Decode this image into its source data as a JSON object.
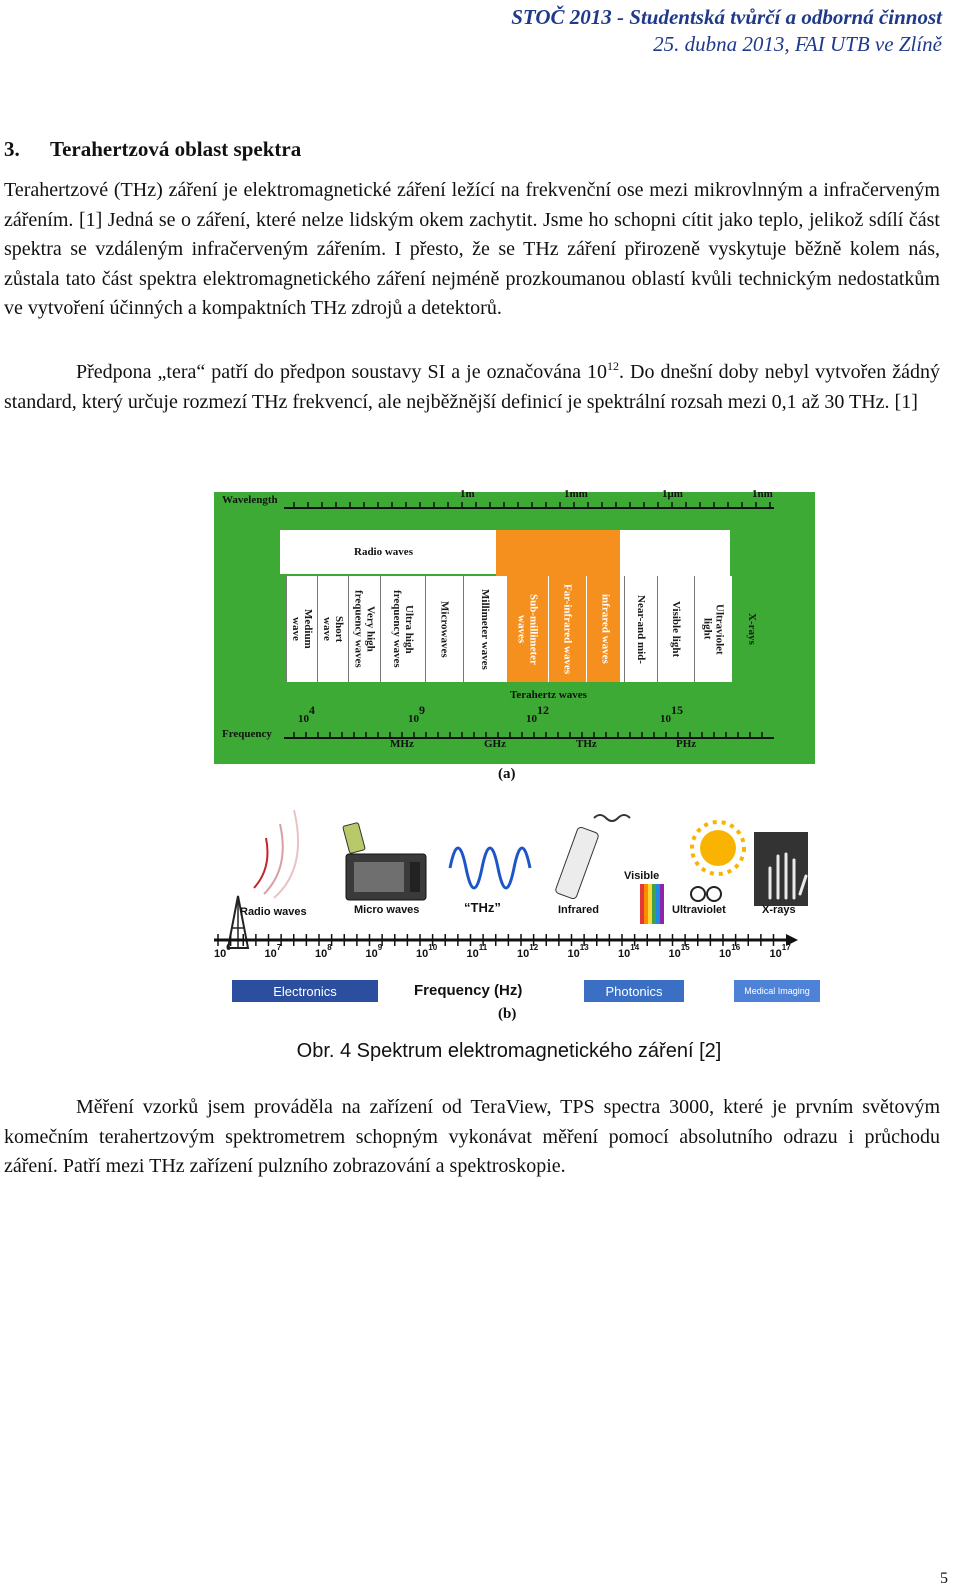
{
  "header": {
    "line1": "STOČ 2013 - Studentská tvůrčí a odborná činnost",
    "line2": "25. dubna 2013, FAI UTB ve Zlíně"
  },
  "section": {
    "number": "3.",
    "title": "Terahertzová oblast spektra"
  },
  "p1": "Terahertzové (THz) záření je elektromagnetické záření ležící na frekvenční ose mezi mikrovlnným a infračerveným zářením. [1] Jedná se o záření, které nelze lidským okem zachytit. Jsme ho schopni cítit jako teplo, jelikož sdílí část spektra se vzdáleným infračerveným zářením. I přesto, že se THz záření přirozeně vyskytuje běžně kolem nás, zůstala tato část spektra elektromagnetického záření nejméně prozkoumanou oblastí kvůli technickým nedostatkům ve vytvoření účinných a kompaktních THz zdrojů a detektorů.",
  "p2": {
    "before": "Předpona „tera“ patří do předpon soustavy SI a je označována 10",
    "sup": "12",
    "after": ". Do dnešní doby nebyl vytvořen žádný standard, který určuje rozmezí THz frekvencí, ale nejběžnější definicí je spektrální rozsah mezi 0,1 až 30 THz. [1]"
  },
  "figA": {
    "wavelength_label": "Wavelength",
    "frequency_label": "Frequency",
    "radio_waves": "Radio waves",
    "terahertz_waves": "Terahertz waves",
    "wavelength_ticks": [
      "1m",
      "1mm",
      "1μm",
      "1nm"
    ],
    "freq_exponents": [
      {
        "base": "10",
        "exp": "4"
      },
      {
        "base": "10",
        "exp": "9"
      },
      {
        "base": "10",
        "exp": "12"
      },
      {
        "base": "10",
        "exp": "15"
      }
    ],
    "unit_ticks": [
      "MHz",
      "GHz",
      "THz",
      "PHz"
    ],
    "bands": [
      {
        "text": "Medium\nwave",
        "tone": "white"
      },
      {
        "text": "Short\nwave",
        "tone": "white"
      },
      {
        "text": "Very high\nfrequency waves",
        "tone": "white"
      },
      {
        "text": "Ultra high\nfrequency waves",
        "tone": "white"
      },
      {
        "text": "Microwaves",
        "tone": "white"
      },
      {
        "text": "Millimeter waves",
        "tone": "white"
      },
      {
        "text": "Sub-millimeter\nwaves",
        "tone": "orange"
      },
      {
        "text": "Far-infrared waves",
        "tone": "orange"
      },
      {
        "text": "infrared waves",
        "tone": "orange"
      },
      {
        "text": "Near-and mid-",
        "tone": "white"
      },
      {
        "text": "Visible light",
        "tone": "white"
      },
      {
        "text": "Ultraviolet\nlight",
        "tone": "white"
      },
      {
        "text": "X-rays",
        "tone": "green"
      }
    ],
    "caption": "(a)"
  },
  "figB": {
    "items": [
      "Radio waves",
      "Micro waves",
      "“THz”",
      "Infrared",
      "Visible",
      "Ultraviolet",
      "X-rays"
    ],
    "exponents": [
      "6",
      "7",
      "8",
      "9",
      "10",
      "11",
      "12",
      "13",
      "14",
      "15",
      "16",
      "17"
    ],
    "base": "10",
    "electronics": "Electronics",
    "frequency": "Frequency (Hz)",
    "photonics": "Photonics",
    "medical": "Medical Imaging",
    "caption": "(b)"
  },
  "figure_caption": "Obr. 4 Spektrum elektromagnetického záření [2]",
  "p3": "Měření vzorků jsem prováděla na zařízení od TeraView, TPS spectra 3000, které je prvním světovým komečním terahertzovým spektrometrem schopným vykonávat měření pomocí absolutního odrazu i průchodu záření. Patří mezi THz zařízení pulzního zobrazování a spektroskopie.",
  "page_number": "5",
  "colors": {
    "green": "#3daa36",
    "orange": "#f5901e",
    "header_blue": "#1f3a8a",
    "electronics_blue": "#2b4f9e"
  }
}
